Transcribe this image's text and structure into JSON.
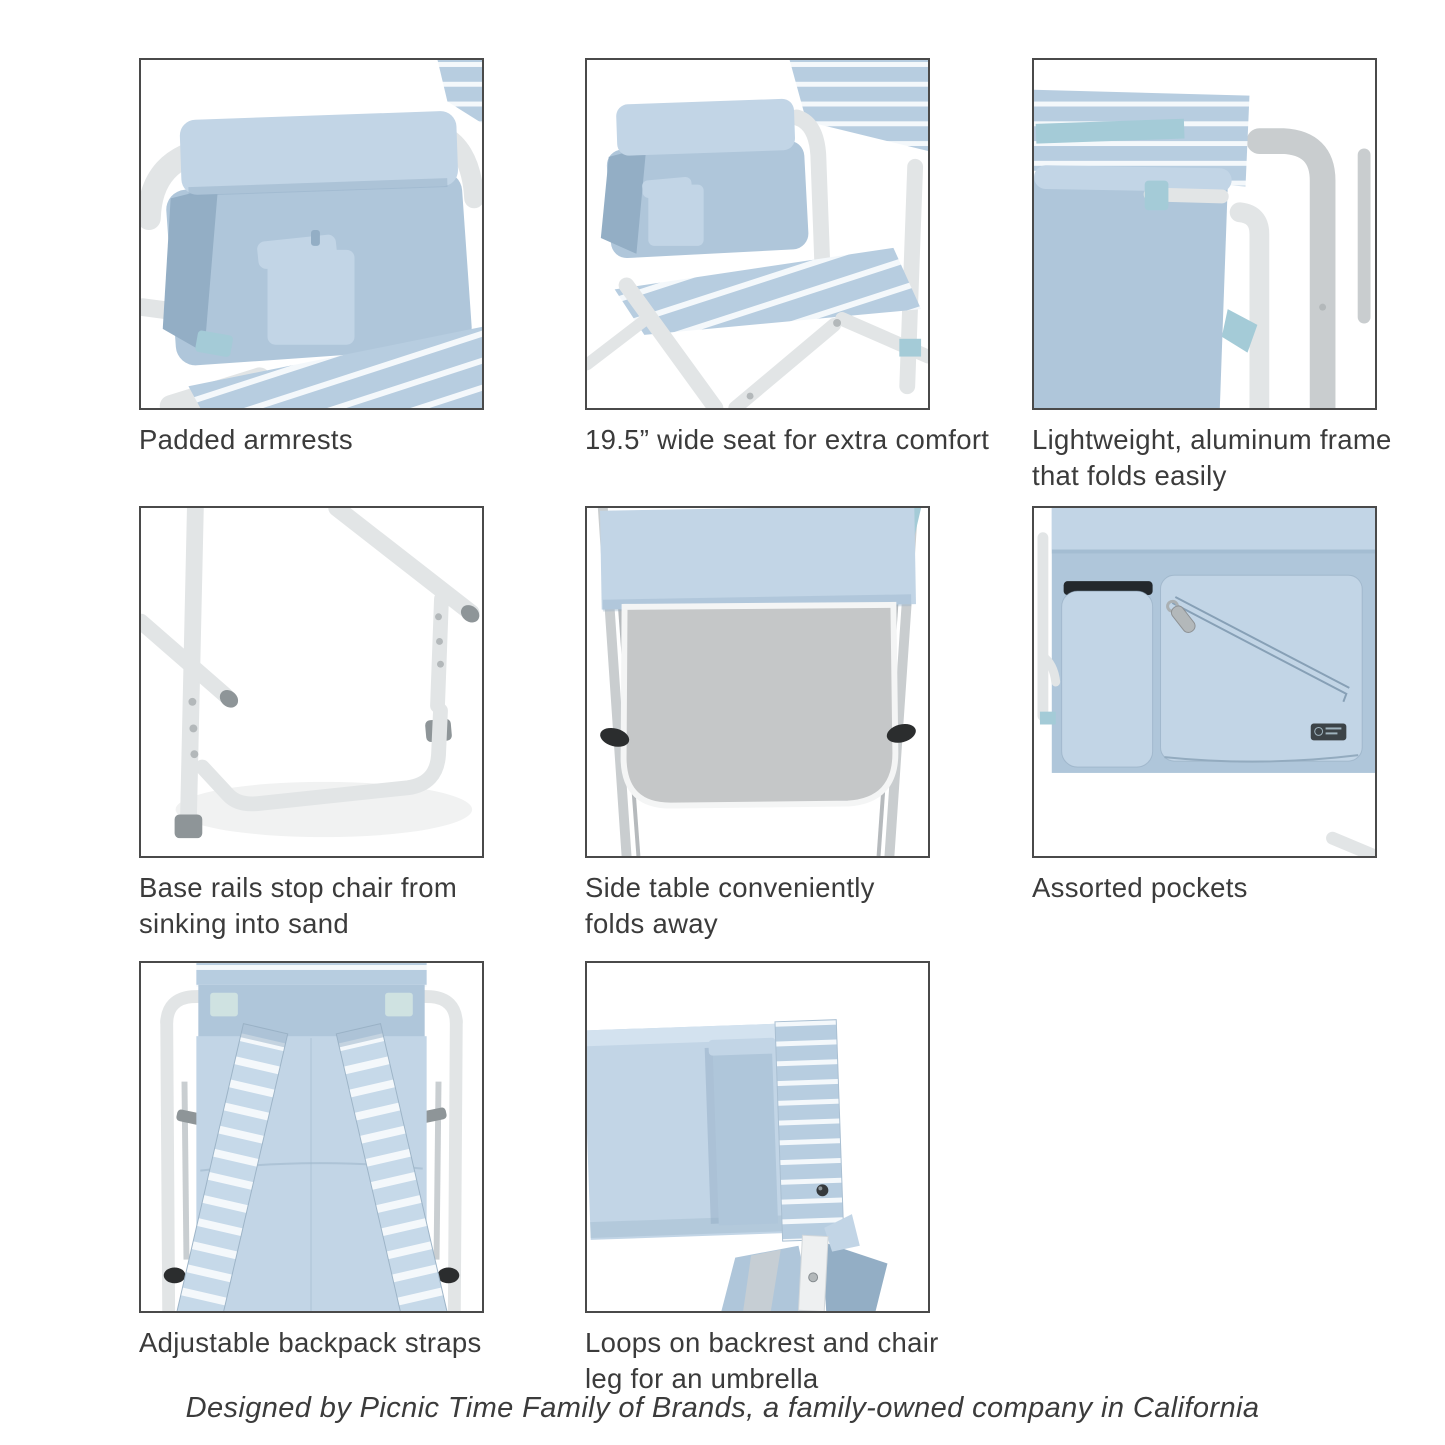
{
  "page": {
    "background": "#ffffff",
    "footer_text": "Designed by Picnic Time Family of Brands, a family-owned company in California"
  },
  "palette": {
    "text": "#3b3b3b",
    "tile_border": "#4a4a4a",
    "fabric_blue": "#afc6da",
    "fabric_blue_light": "#c2d5e6",
    "fabric_blue_dark": "#93aec5",
    "stripe_base": "#b7cde0",
    "strap_base": "#c6d9e9",
    "stripe_white": "#f4f8fb",
    "frame_gray": "#e2e5e6",
    "frame_gray_dark": "#c9cdcf",
    "table_gray": "#c5c7c8",
    "webbing_teal": "#a4cbd7",
    "foot_gray": "#8e9598",
    "foot_black": "#2b2d2e",
    "metal_silver": "#b3b8ba"
  },
  "features": [
    {
      "id": "padded-armrests",
      "caption": [
        "Padded armrests"
      ]
    },
    {
      "id": "wide-seat",
      "caption": [
        "19.5” wide seat for extra comfort"
      ]
    },
    {
      "id": "aluminum-frame",
      "caption": [
        "Lightweight, aluminum frame",
        "that folds easily"
      ]
    },
    {
      "id": "base-rails",
      "caption": [
        "Base rails stop chair from",
        "sinking into sand"
      ]
    },
    {
      "id": "side-table",
      "caption": [
        "Side table conveniently",
        "folds away"
      ]
    },
    {
      "id": "assorted-pockets",
      "caption": [
        "Assorted pockets"
      ]
    },
    {
      "id": "backpack-straps",
      "caption": [
        "Adjustable backpack straps"
      ]
    },
    {
      "id": "umbrella-loops",
      "caption": [
        "Loops on backrest and chair",
        "leg for an umbrella"
      ]
    }
  ]
}
